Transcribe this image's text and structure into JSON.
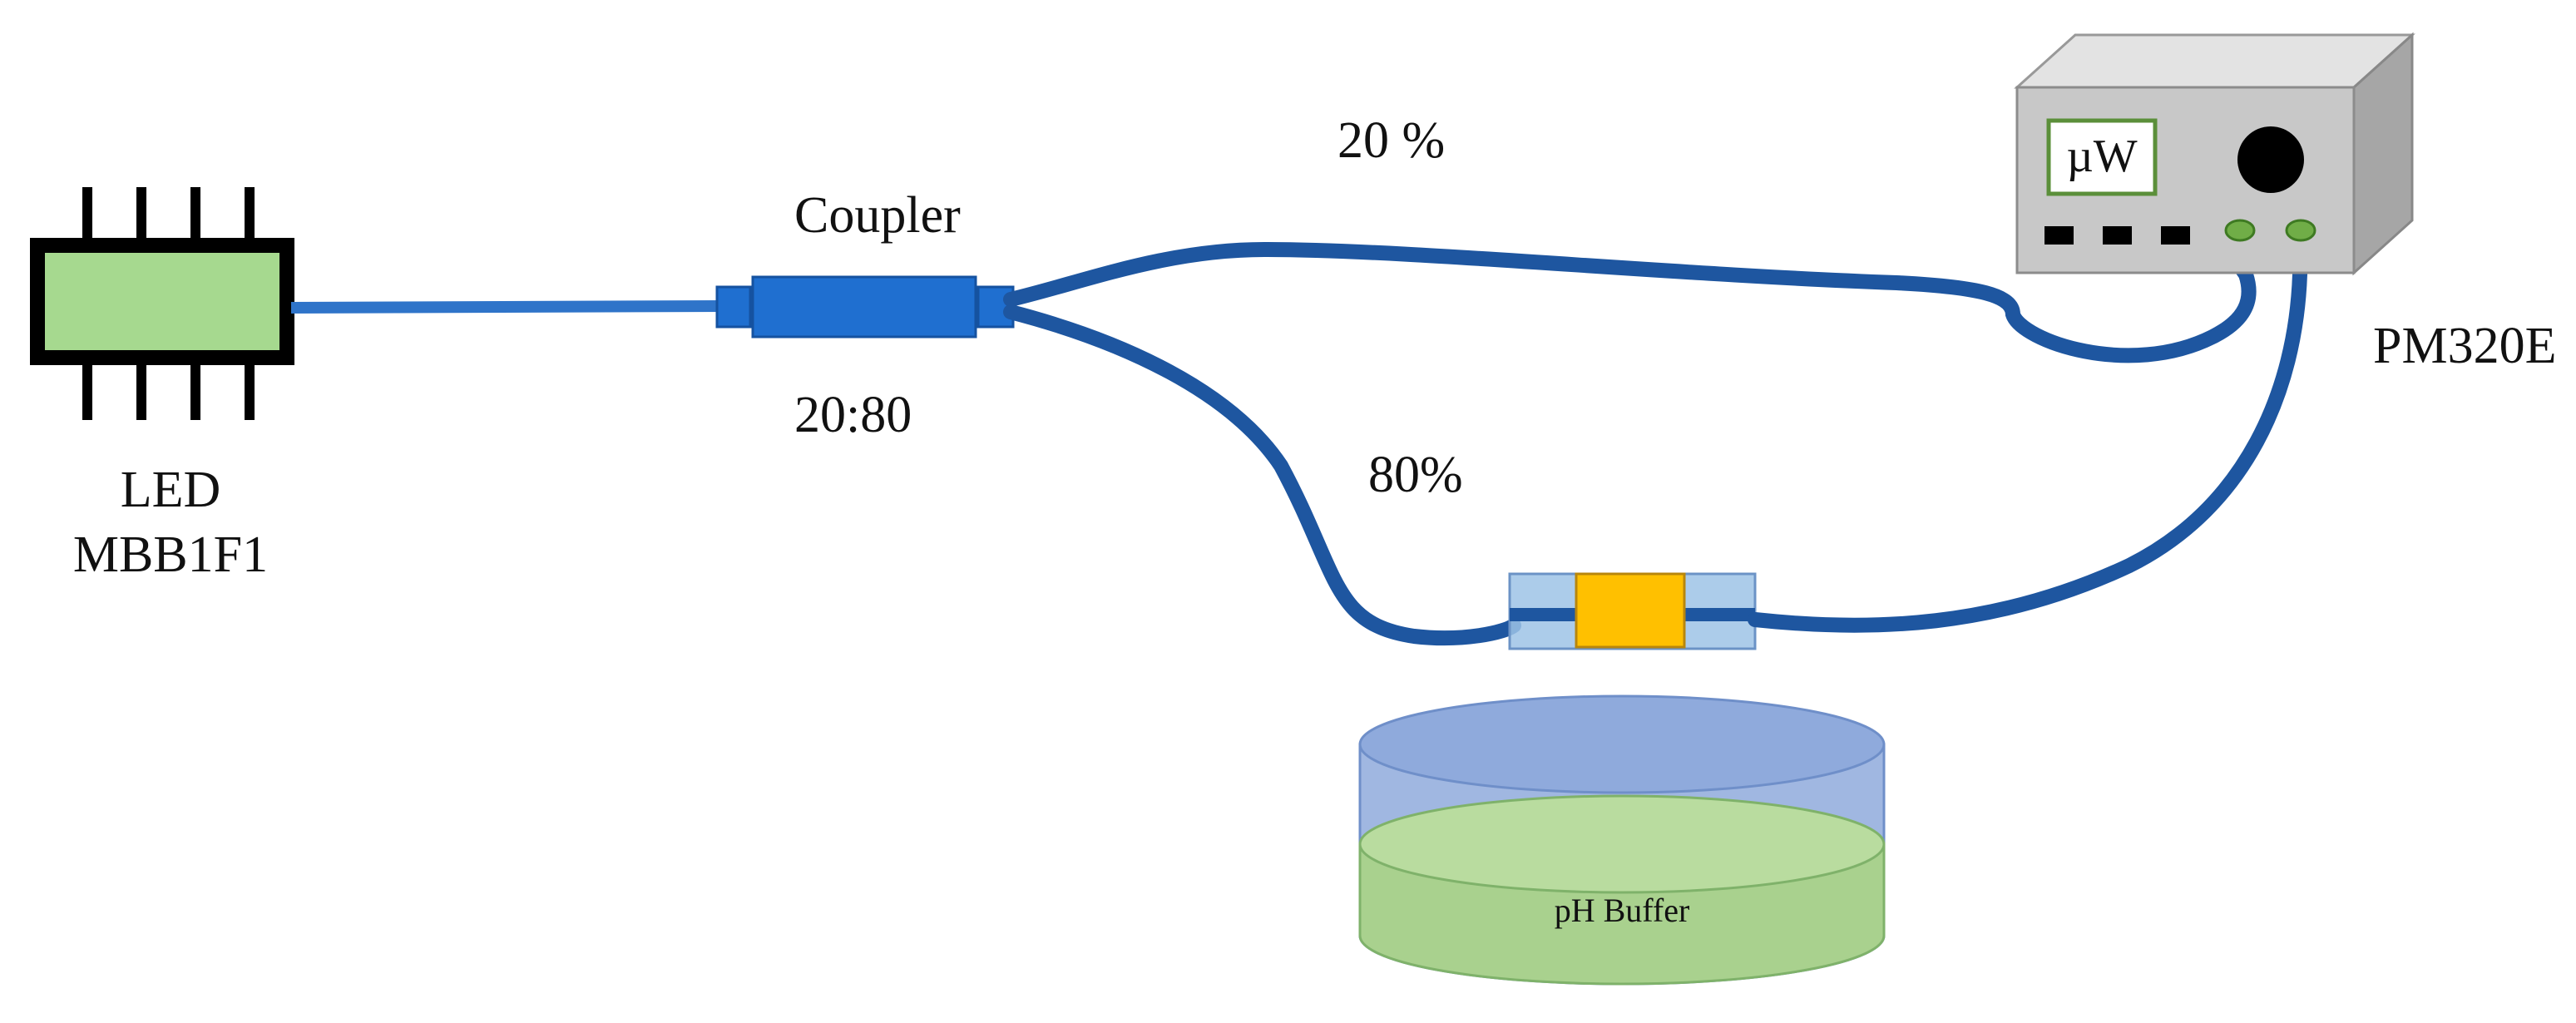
{
  "labels": {
    "led_line1": "LED",
    "led_line2": "MBB1F1",
    "coupler": "Coupler",
    "ratio": "20:80",
    "branch_top": "20 %",
    "branch_bottom": "80%",
    "meter_name": "PM320E",
    "meter_display": "µW",
    "buffer": "pH Buffer"
  },
  "colors": {
    "fiber": "#1e56a0",
    "coupler": "#1f6fd0",
    "led_fill": "#a6d98f",
    "sensor": "#ffc000",
    "sensor_sleeve": "#9dc3e6",
    "meter_body": "#bfbfbf",
    "buffer_liquid": "#a9d18e",
    "container": "#8faadc"
  }
}
